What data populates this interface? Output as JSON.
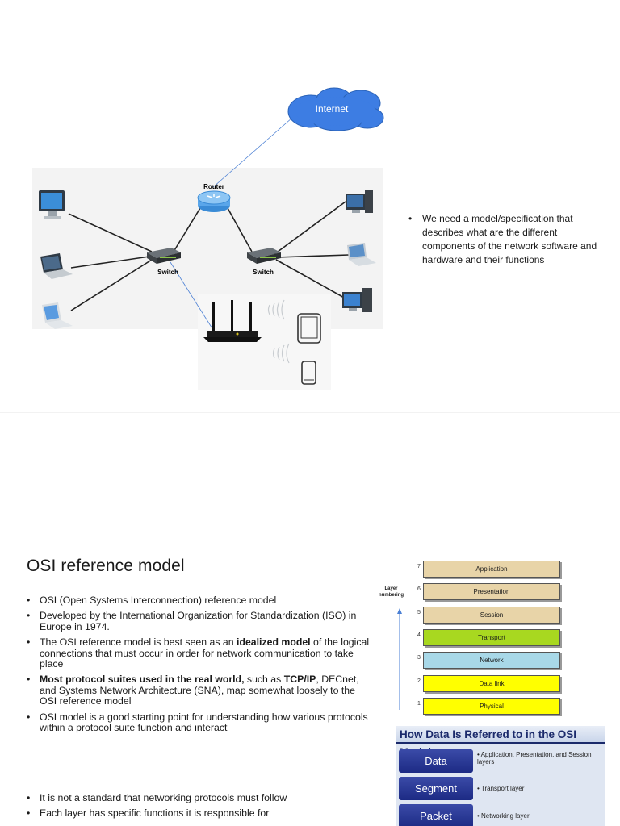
{
  "slide1": {
    "diagram": {
      "internet_label": "Internet",
      "router_label": "Router",
      "switch_left_label": "Switch",
      "switch_right_label": "Switch"
    },
    "bullets": [
      "We need a model/specification that describes what are the different components of the network  software and hardware and their functions"
    ]
  },
  "slide2": {
    "title_pre": "OSI ",
    "title_bold": "reference",
    "title_post": " model",
    "bullets_top": [
      {
        "t1": "OSI (Open Systems Interconnection) reference model"
      },
      {
        "t1": "Developed by the International Organization for Standardization (ISO) in Europe in 1974."
      },
      {
        "t1": "The OSI reference model is best seen as an ",
        "b1": "idealized model",
        "t2": " of the logical connections that must occur in order for network communication to take place"
      },
      {
        "b1": "Most protocol suites used in the real world,",
        "t1": " such as ",
        "b2": "TCP/IP",
        "t2": ", DECnet, and Systems Network Architecture (SNA), map somewhat loosely to the OSI reference model"
      },
      {
        "t1": "OSI model is a good starting point for understanding how various protocols within a protocol suite function and interact"
      }
    ],
    "bullets_bottom": [
      "It is not a standard that networking protocols must follow",
      "Each layer has specific functions it is responsible for"
    ],
    "layer_numbering_label": "Layer\nnumbering",
    "layers": [
      {
        "num": "7",
        "name": "Application",
        "color": "#e8d4a8"
      },
      {
        "num": "6",
        "name": "Presentation",
        "color": "#e8d4a8"
      },
      {
        "num": "5",
        "name": "Session",
        "color": "#e8d4a8"
      },
      {
        "num": "4",
        "name": "Transport",
        "color": "#a8d820"
      },
      {
        "num": "3",
        "name": "Network",
        "color": "#a8d8e8"
      },
      {
        "num": "2",
        "name": "Data link",
        "color": "#ffff00"
      },
      {
        "num": "1",
        "name": "Physical",
        "color": "#ffff00"
      }
    ],
    "data_table": {
      "title": "How Data Is Referred to in the OSI Model",
      "rows": [
        {
          "key": "Data",
          "value": "• Application, Presentation, and Session layers"
        },
        {
          "key": "Segment",
          "value": "• Transport layer"
        },
        {
          "key": "Packet",
          "value": "• Networking layer"
        }
      ]
    }
  }
}
